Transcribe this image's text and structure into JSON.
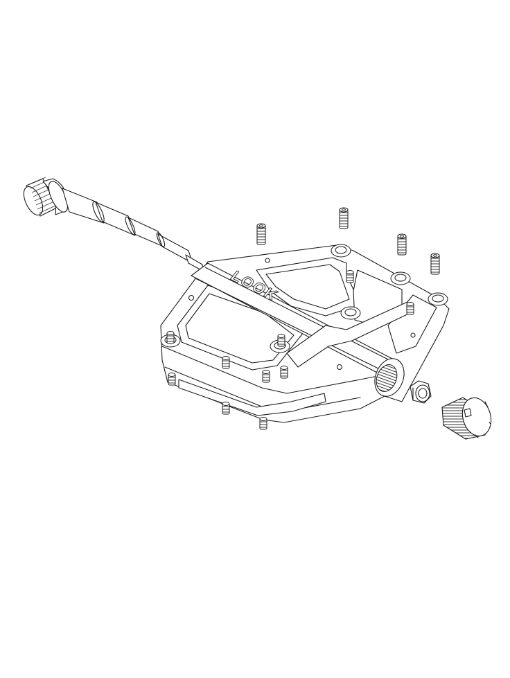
{
  "diagram": {
    "type": "exploded-view technical line drawing",
    "subject": "flat bicycle pedal",
    "background": "#ffffff",
    "line_color": "#1a1a1a",
    "brand_logo": "LOOK",
    "parts": [
      {
        "id": "spindle",
        "label": "threaded spindle / axle"
      },
      {
        "id": "pedal-body",
        "label": "pedal body with LOOK logo"
      },
      {
        "id": "pins-top",
        "label": "traction pins (exploded, above body)",
        "count": 5
      },
      {
        "id": "pins-installed",
        "label": "traction pins (installed)"
      },
      {
        "id": "lock-nut",
        "label": "hex lock nut"
      },
      {
        "id": "end-cap",
        "label": "threaded end cap"
      }
    ]
  }
}
